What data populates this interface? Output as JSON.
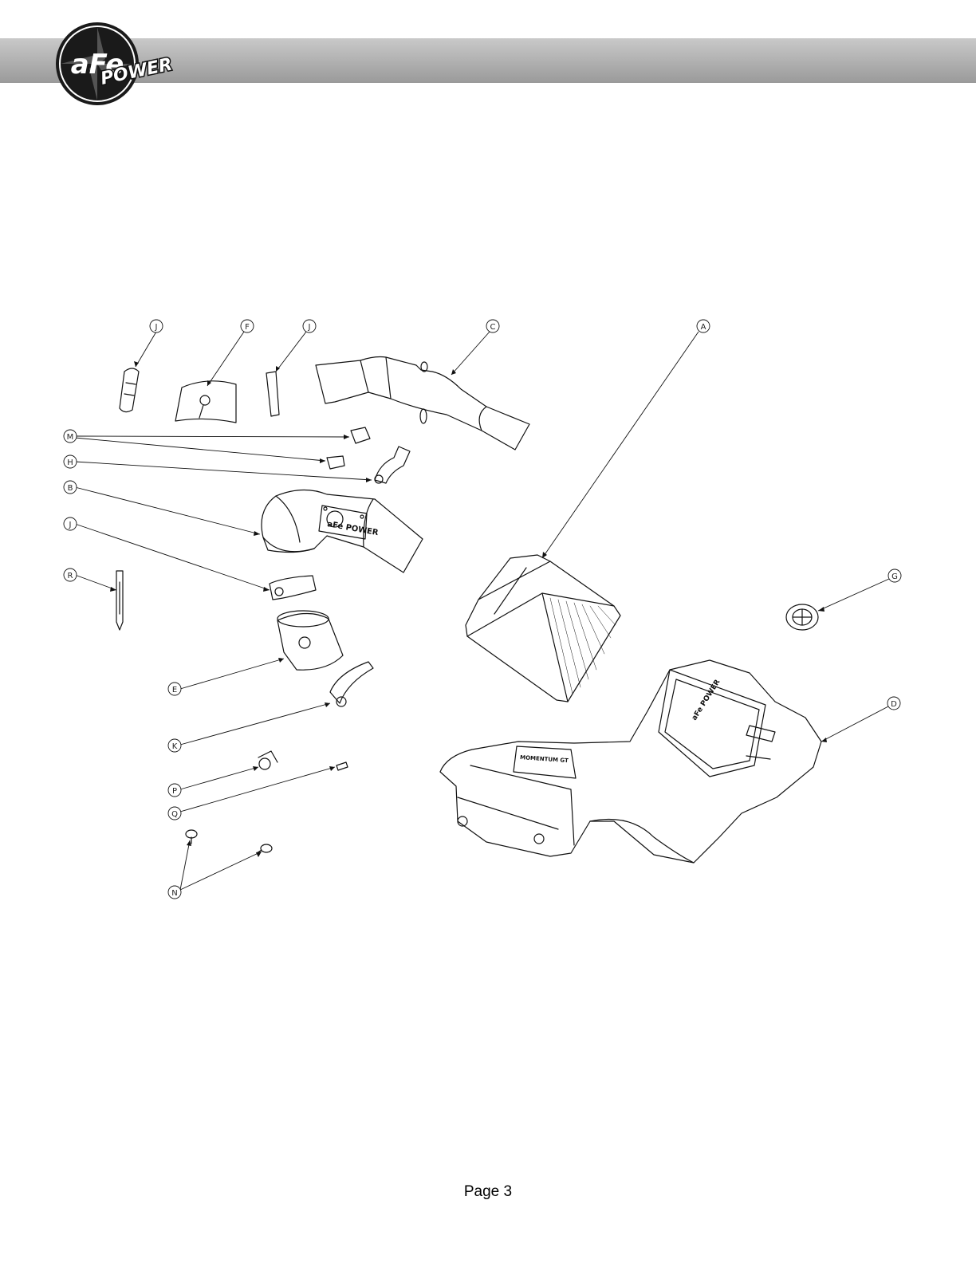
{
  "brand": {
    "logo_text_top": "aFe",
    "logo_text_bottom": "POWER",
    "header_color": "#a8a8a8"
  },
  "diagram": {
    "callouts": [
      "A",
      "B",
      "C",
      "D",
      "E",
      "F",
      "G",
      "H",
      "J",
      "K",
      "M",
      "N",
      "P",
      "Q",
      "R"
    ],
    "part_labels": {
      "filter_label": "aFe POWER",
      "airbox_logo": "aFe POWER",
      "airbox_badge": "MOMENTUM GT"
    }
  },
  "footer": {
    "page": "Page 3"
  }
}
